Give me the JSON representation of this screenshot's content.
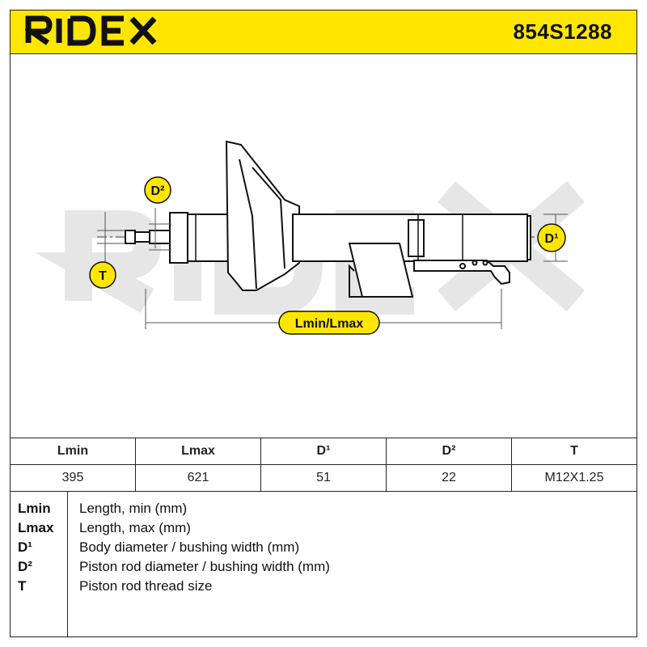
{
  "brand": {
    "name": "RIDEX",
    "color": "#ffe600"
  },
  "part_number": "854S1288",
  "diagram_labels": {
    "d2": "D²",
    "d1": "D¹",
    "t": "T",
    "length": "Lmin/Lmax"
  },
  "spec_table": {
    "headers": [
      "Lmin",
      "Lmax",
      "D¹",
      "D²",
      "T"
    ],
    "values": [
      "395",
      "621",
      "51",
      "22",
      "M12X1.25"
    ]
  },
  "legend": [
    {
      "key": "Lmin",
      "desc": "Length, min (mm)"
    },
    {
      "key": "Lmax",
      "desc": "Length, max (mm)"
    },
    {
      "key": "D¹",
      "desc": "Body diameter / bushing width (mm)"
    },
    {
      "key": "D²",
      "desc": "Piston rod diameter / bushing width (mm)"
    },
    {
      "key": "T",
      "desc": "Piston rod thread size"
    }
  ]
}
